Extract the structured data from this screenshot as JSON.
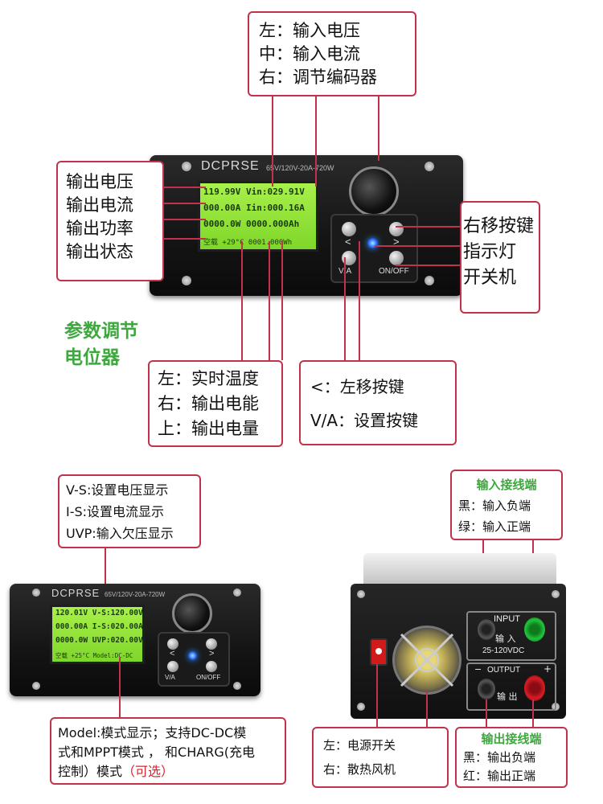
{
  "top_callout": {
    "lines": [
      "左：输入电压",
      "中：输入电流",
      "右：调节编码器"
    ]
  },
  "left_callout": {
    "lines": [
      "输出电压",
      "输出电流",
      "输出功率",
      "输出状态"
    ]
  },
  "right_callout": {
    "lines": [
      "右移按键",
      "指示灯",
      "开关机"
    ]
  },
  "pot_label": {
    "lines": [
      "参数调节",
      "电位器"
    ]
  },
  "bottom_mid_callout": {
    "lines": [
      "左：实时温度",
      "右：输出电能",
      "上：输出电量"
    ]
  },
  "bottom_right_callout": {
    "lines": [
      "<：左移按键",
      "V/A：设置按键"
    ]
  },
  "device1": {
    "brand": "DCPRSE",
    "spec": "65V/120V-20A-720W",
    "lcd": [
      "119.99V Vin:029.91V",
      "000.00A Iin:000.16A",
      "0000.0W 0000.000Ah",
      "空载 +29°C  0001.000Wh"
    ],
    "buttons": {
      "left": "<",
      "right": ">",
      "va": "V/A",
      "onoff": "ON/OFF"
    }
  },
  "sec2_callout": {
    "lines": [
      "V-S:设置电压显示",
      "I-S:设置电流显示",
      "UVP:输入欠压显示"
    ]
  },
  "device2": {
    "brand": "DCPRSE",
    "spec": "65V/120V-20A-720W",
    "lcd": [
      "120.01V V-S:120.00V",
      "000.00A I-S:020.00A",
      "0000.0W UVP:020.00V",
      "空载 +25°C Model:DC-DC"
    ],
    "buttons": {
      "left": "<",
      "right": ">",
      "va": "V/A",
      "onoff": "ON/OFF"
    }
  },
  "model_callout": {
    "line1": "Model:模式显示；支持DC-DC模",
    "line2": "式和MPPT模式 ， 和CHARG(充电",
    "line3a": "控制）模式",
    "line3b": "（可选）"
  },
  "input_callout": {
    "title": "输入接线端",
    "lines": [
      "黑：输入负端",
      "绿：输入正端"
    ]
  },
  "rear": {
    "input_label": "INPUT",
    "input_cn": "输 入",
    "vdc": "25-120VDC",
    "output_label": "OUTPUT",
    "output_cn": "输 出",
    "minus": "−",
    "plus": "+"
  },
  "switch_callout": {
    "lines": [
      "左：电源开关",
      "右：散热风机"
    ]
  },
  "output_callout": {
    "title": "输出接线端",
    "lines": [
      "黑：输出负端",
      "红：输出正端"
    ]
  }
}
